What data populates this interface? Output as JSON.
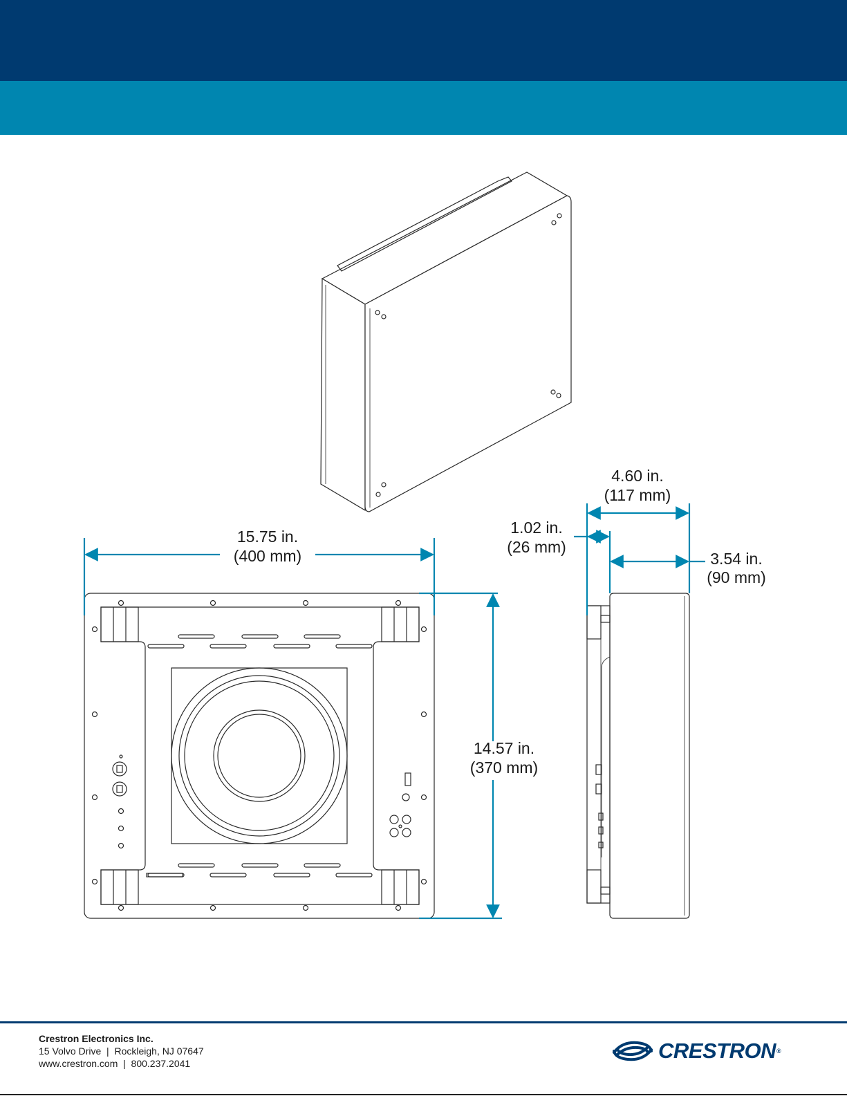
{
  "header": {
    "top_color": "#003a70",
    "bottom_color": "#0086b0"
  },
  "dimensions": {
    "width": {
      "imperial": "15.75 in.",
      "metric": "(400 mm)"
    },
    "height": {
      "imperial": "14.57 in.",
      "metric": "(370 mm)"
    },
    "total_depth": {
      "imperial": "4.60 in.",
      "metric": "(117 mm)"
    },
    "flange_depth": {
      "imperial": "1.02 in.",
      "metric": "(26 mm)"
    },
    "body_depth": {
      "imperial": "3.54 in.",
      "metric": "(90 mm)"
    },
    "line_color": "#0086b0"
  },
  "footer": {
    "company": "Crestron Electronics Inc.",
    "address": "15 Volvo Drive  |  Rockleigh, NJ 07647",
    "contact": "www.crestron.com  |  800.237.2041",
    "logo_text": "CRESTRON",
    "logo_reg": "®",
    "logo_color": "#003a70",
    "rule_color": "#003a70"
  }
}
